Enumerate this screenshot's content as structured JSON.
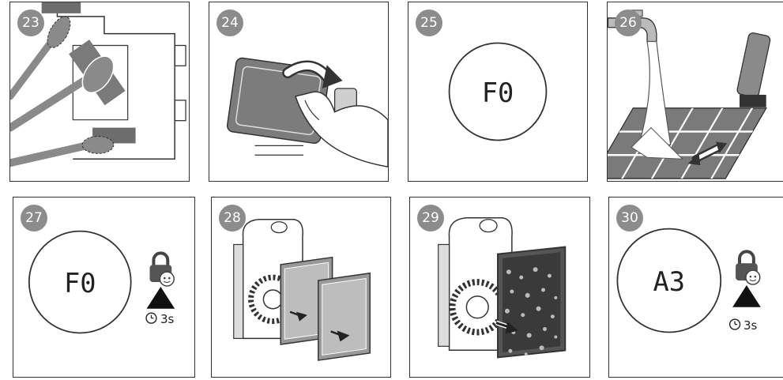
{
  "steps": [
    {
      "number": "23"
    },
    {
      "number": "24"
    },
    {
      "number": "25",
      "display": "F0"
    },
    {
      "number": "26"
    },
    {
      "number": "27",
      "display": "F0",
      "hold": "3s"
    },
    {
      "number": "28"
    },
    {
      "number": "29"
    },
    {
      "number": "30",
      "display": "A3",
      "hold": "3s"
    }
  ],
  "colors": {
    "badge": "#8c8c8c",
    "line": "#333333",
    "gray": "#8a8a8a",
    "dark": "#555555"
  }
}
